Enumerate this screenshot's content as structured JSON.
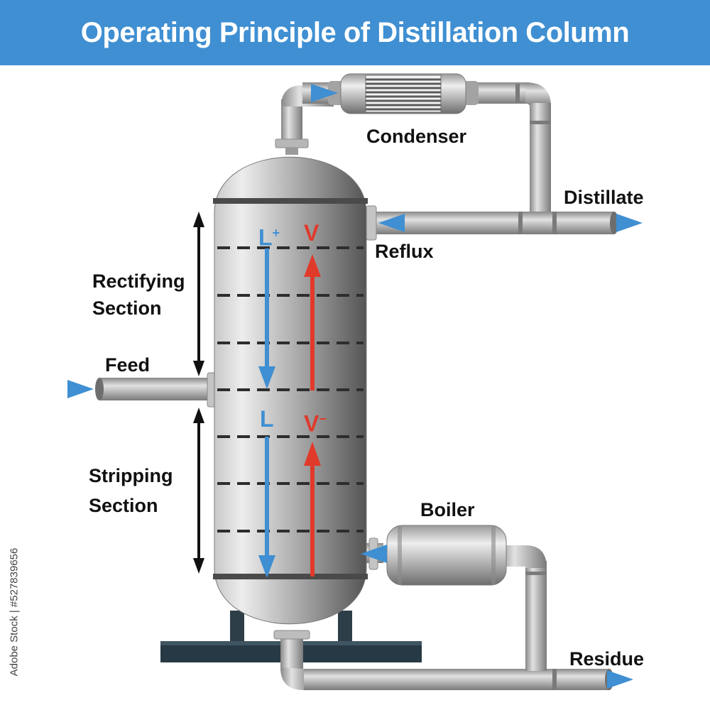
{
  "title": "Operating Principle of Distillation Column",
  "labels": {
    "condenser": "Condenser",
    "distillate": "Distillate",
    "reflux": "Reflux",
    "feed": "Feed",
    "rectifying_line1": "Rectifying",
    "rectifying_line2": "Section",
    "stripping_line1": "Stripping",
    "stripping_line2": "Section",
    "boiler": "Boiler",
    "residue": "Residue"
  },
  "flows": {
    "liquid_top": "L",
    "liquid_top_sup": "+",
    "vapor_top": "V",
    "liquid_bottom": "L",
    "vapor_bottom": "V",
    "vapor_bottom_sup": "−"
  },
  "watermark": "Adobe Stock | #527839656",
  "colors": {
    "title_bar": "#3f8fd2",
    "liquid_arrow": "#3f8fd2",
    "vapor_arrow": "#e03a2b",
    "flow_arrow": "#3f8fd2",
    "steel": "#9a9a9a"
  }
}
